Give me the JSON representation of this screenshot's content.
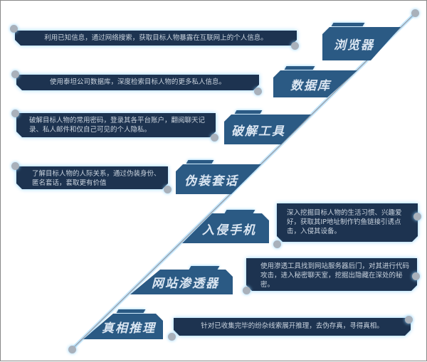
{
  "steps": [
    {
      "title": "浏览器",
      "desc": "利用已知信息，通过网络搜索，获取目标人物暴露在互联网上的个人信息。"
    },
    {
      "title": "数据库",
      "desc": "使用泰坦公司数据库，深度检索目标人物的更多私人信息。"
    },
    {
      "title": "破解工具",
      "desc": "破解目标人物的常用密码，登录其各平台账户，翻阅聊天记录、私人邮件和仅自己可见的个人隐私。"
    },
    {
      "title": "伪装套话",
      "desc": "了解目标人物的人际关系，通过伪装身份、匿名套话，套取更有价值"
    },
    {
      "title": "入侵手机",
      "desc": "深入挖掘目标人物的生活习惯、兴趣爱好，获取其IP地址制作钓鱼链接引诱点击，入侵其设备。"
    },
    {
      "title": "网站渗透器",
      "desc": "使用渗透工具找到网站服务器后门，对其进行代码攻击，进入秘密聊天室，挖掘出隐藏在深处的秘密。"
    },
    {
      "title": "真相推理",
      "desc": "针对已收集完毕的纷杂线索展开推理，去伪存真，寻得真相。"
    }
  ],
  "colors": {
    "tab": "#2b5a84",
    "desc": "#1d3350",
    "glow": "#8fd3ff"
  }
}
